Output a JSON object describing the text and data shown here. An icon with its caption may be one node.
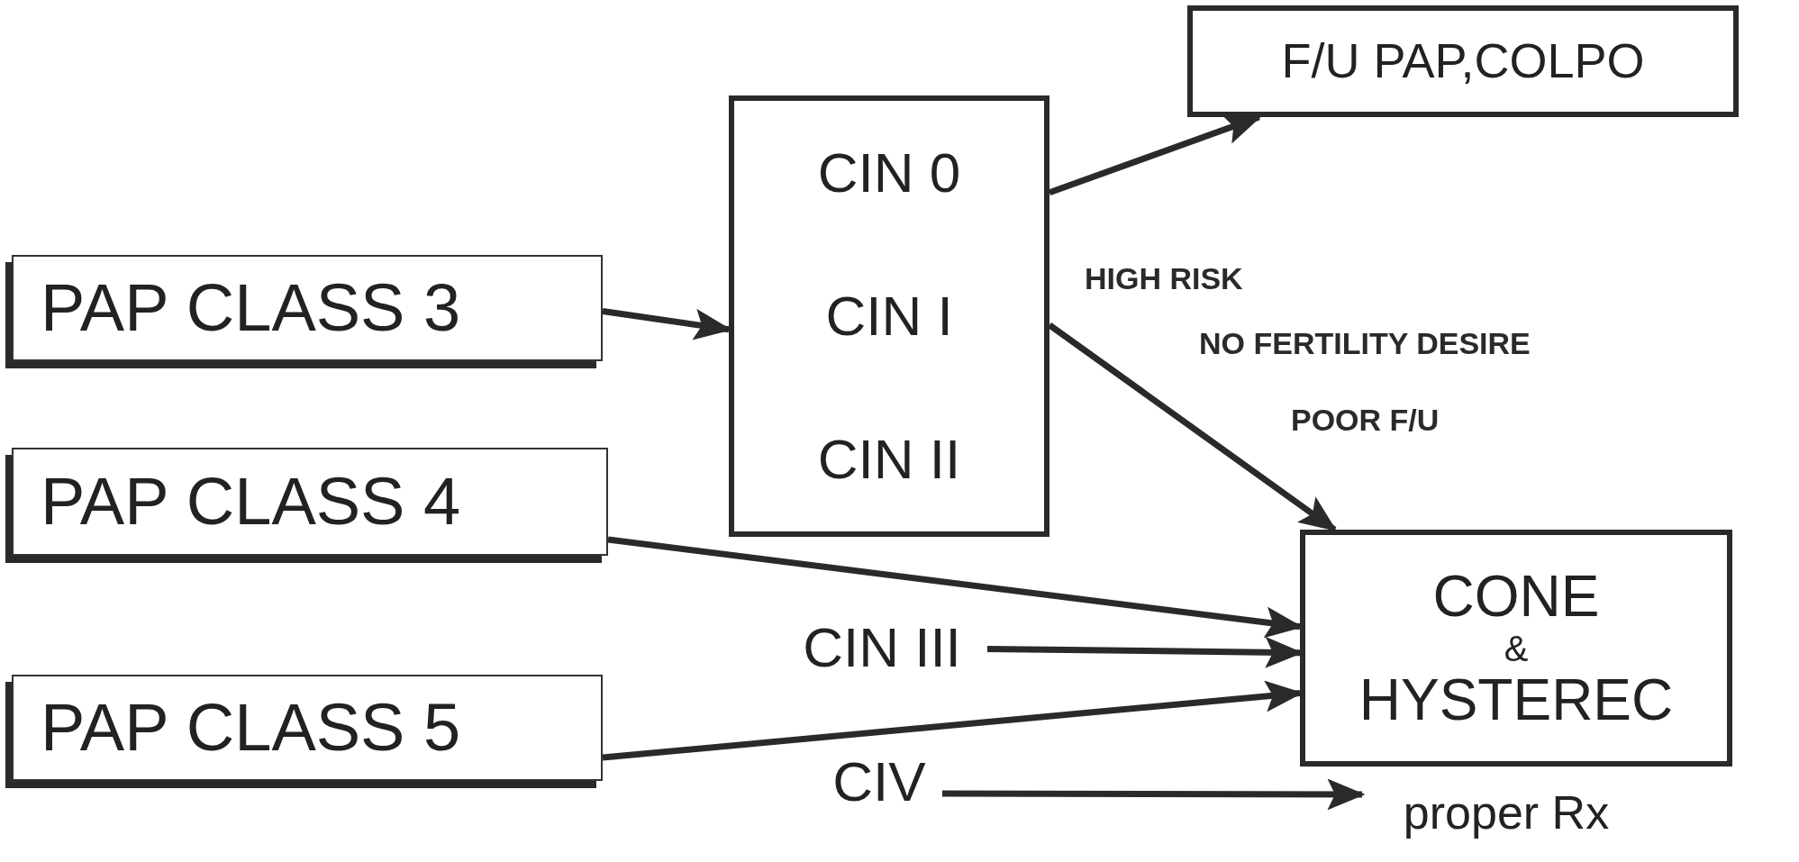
{
  "diagram": {
    "nodes": [
      {
        "text": [
          "F/U PAP,COLPO"
        ]
      },
      {
        "text": [
          "CIN 0",
          "CIN I",
          "CIN II"
        ]
      },
      {
        "text": [
          "PAP CLASS 3"
        ]
      },
      {
        "text": [
          "PAP CLASS 4"
        ]
      },
      {
        "text": [
          "CONE",
          "&",
          "HYSTEREC"
        ]
      },
      {
        "text": [
          "CIN III"
        ]
      },
      {
        "text": [
          "PAP CLASS 5"
        ]
      },
      {
        "text": [
          "CIV"
        ]
      },
      {
        "text": [
          "proper Rx"
        ]
      }
    ],
    "edges": [
      {
        "from": 2,
        "to": 1,
        "arrow": "to"
      },
      {
        "from": 1,
        "to": 0,
        "arrow": "to"
      },
      {
        "from": 1,
        "to": 4,
        "arrow": "to"
      },
      {
        "from": 3,
        "to": 4,
        "arrow": "to"
      },
      {
        "from": 5,
        "to": 4,
        "arrow": "to"
      },
      {
        "from": 6,
        "to": 4,
        "arrow": "to"
      },
      {
        "from": 7,
        "to": 8,
        "arrow": "to"
      }
    ],
    "labels": [
      "HIGH RISK",
      "NO FERTILITY DESIRE",
      "POOR F/U"
    ]
  }
}
